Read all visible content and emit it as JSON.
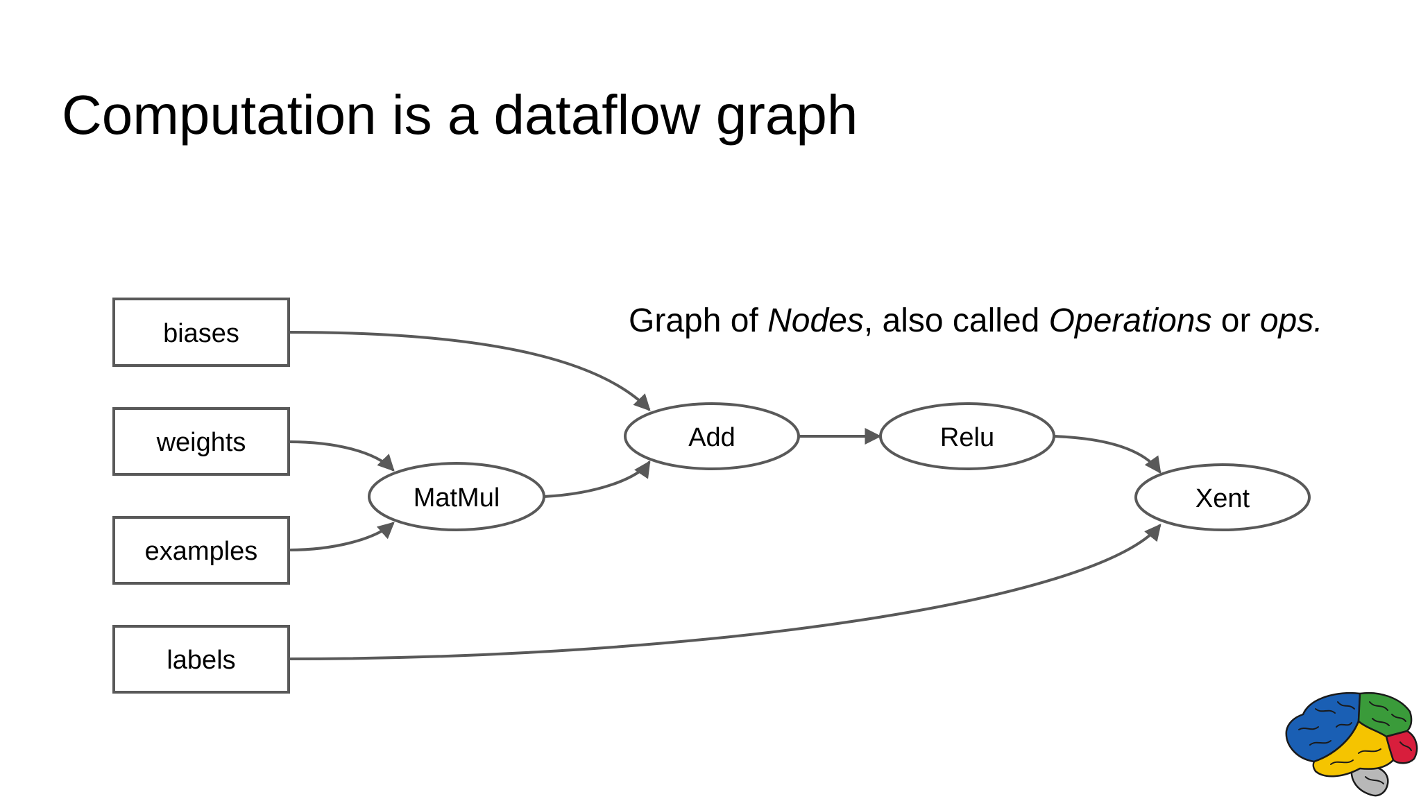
{
  "slide": {
    "title": "Computation is a dataflow graph",
    "subtitle": {
      "part1": "Graph of ",
      "nodes_term": "Nodes",
      "part2": ", also called ",
      "operations_term": "Operations",
      "part3": " or ",
      "ops_term": "ops."
    }
  },
  "diagram": {
    "inputs": [
      "biases",
      "weights",
      "examples",
      "labels"
    ],
    "operations": [
      "MatMul",
      "Add",
      "Relu",
      "Xent"
    ],
    "edges": [
      {
        "from": "biases",
        "to": "Add"
      },
      {
        "from": "weights",
        "to": "MatMul"
      },
      {
        "from": "examples",
        "to": "MatMul"
      },
      {
        "from": "MatMul",
        "to": "Add"
      },
      {
        "from": "Add",
        "to": "Relu"
      },
      {
        "from": "Relu",
        "to": "Xent"
      },
      {
        "from": "labels",
        "to": "Xent"
      }
    ],
    "stroke_color": "#595959"
  },
  "logo": {
    "icon": "brain-icon",
    "colors": [
      "#1a5fb4",
      "#3a9b3a",
      "#f5c400",
      "#d81e3c",
      "#b8b8b8"
    ]
  }
}
